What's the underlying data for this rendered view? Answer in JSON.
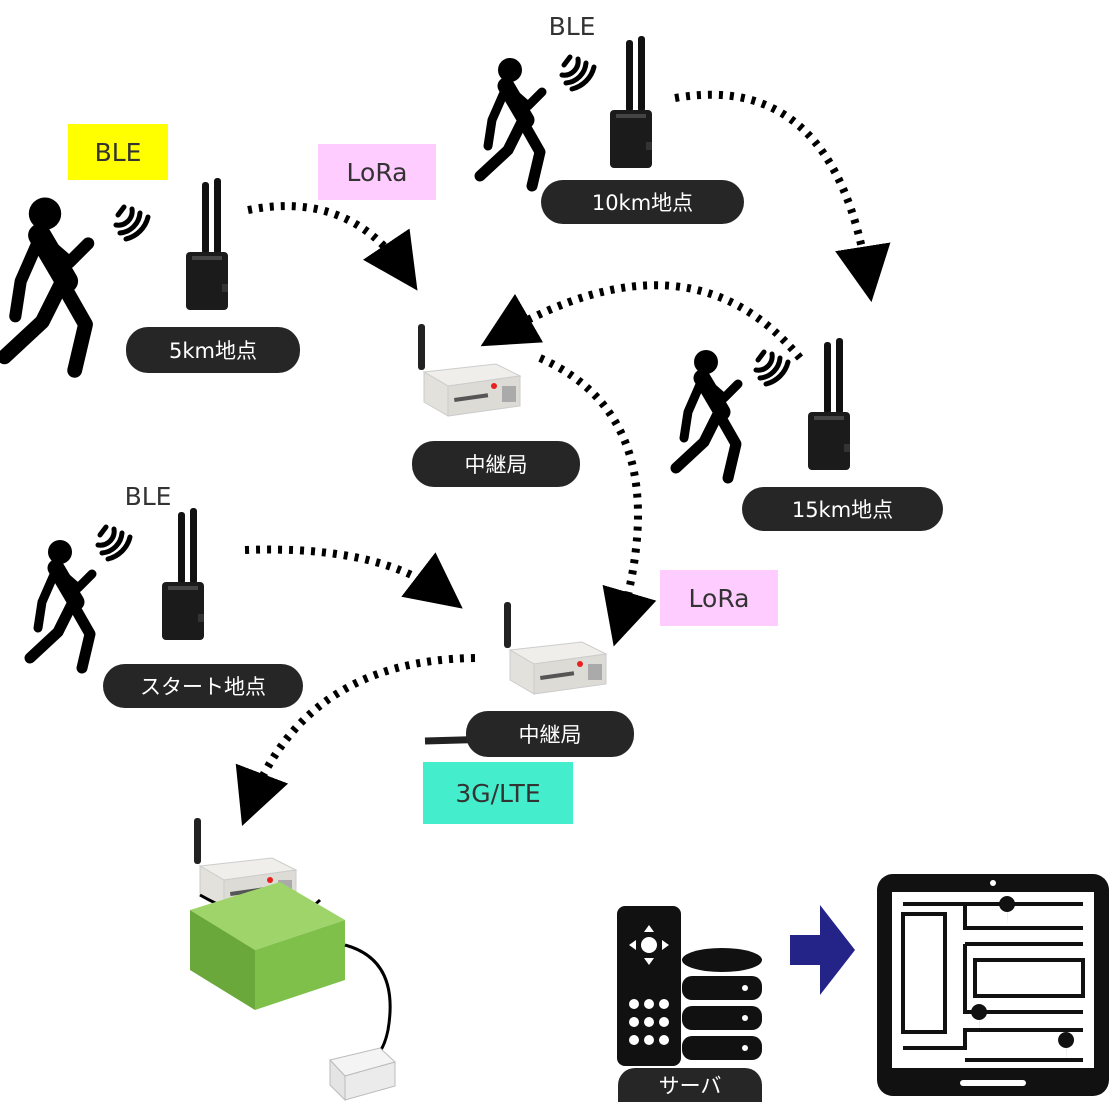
{
  "labels": {
    "ble_top": "BLE",
    "ble_highlight": "BLE",
    "ble_mid": "BLE",
    "lora_top": "LoRa",
    "lora_right": "LoRa",
    "net": "3G/LTE"
  },
  "points": {
    "p5km": "5km地点",
    "p10km": "10km地点",
    "p15km": "15km地点",
    "start": "スタート地点",
    "relay1": "中継局",
    "relay2": "中継局",
    "server": "サーバ"
  },
  "colors": {
    "ble_highlight_bg": "#ffff00",
    "lora_bg": "#ffccff",
    "net_bg": "#44eecc",
    "pill_bg": "#262626",
    "gateway_green": "#7fc04a",
    "forward_arrow": "#232388"
  },
  "icons": [
    "runner-icon",
    "ble-signal-icon",
    "ble-beacon-icon",
    "lora-relay-icon",
    "gateway-router-icon",
    "server-icon",
    "database-icon",
    "tablet-map-icon",
    "forward-arrow-icon"
  ]
}
